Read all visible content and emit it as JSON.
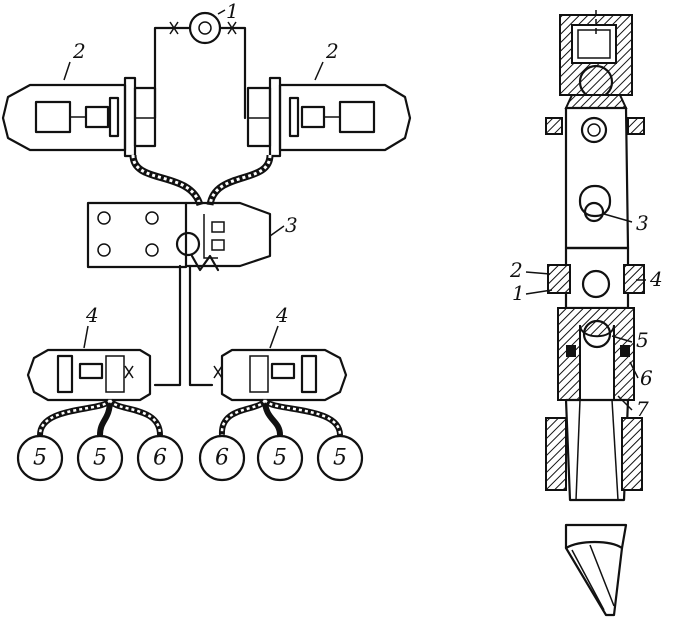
{
  "left_diagram": {
    "labels": {
      "pump": "1",
      "left_unit": "2",
      "right_unit": "2",
      "distributor": "3",
      "left_sub_unit": "4",
      "right_sub_unit": "4"
    },
    "circles": [
      "5",
      "5",
      "6",
      "6",
      "5",
      "5"
    ]
  },
  "right_diagram": {
    "labels": [
      "3",
      "2",
      "4",
      "1",
      "5",
      "6",
      "7"
    ]
  }
}
